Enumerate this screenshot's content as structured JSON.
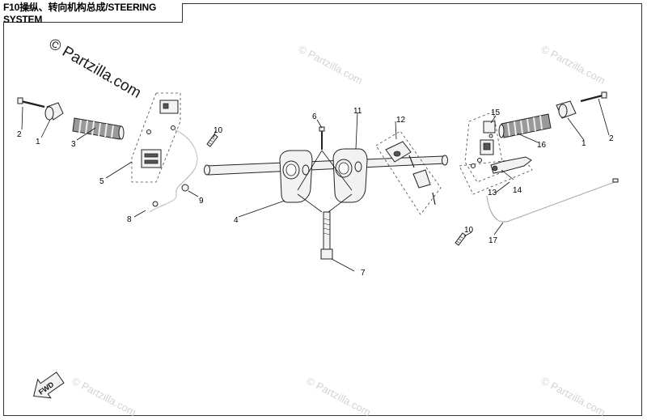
{
  "title": "F10操纵、转向机构总成/STEERING SYSTEM",
  "watermark": "© Partzilla.com",
  "fwd_label": "FWD",
  "callouts": {
    "c1_left": "1",
    "c2_left": "2",
    "c3": "3",
    "c5": "5",
    "c8": "8",
    "c9": "9",
    "c10_left": "10",
    "c4": "4",
    "c6": "6",
    "c7": "7",
    "c11": "11",
    "c12": "12",
    "c15": "15",
    "c16": "16",
    "c1_right": "1",
    "c2_right": "2",
    "c13": "13",
    "c14": "14",
    "c10_right": "10",
    "c17": "17"
  },
  "colors": {
    "line": "#222222",
    "watermark": "#d4d4d4",
    "grip": "#999999"
  }
}
